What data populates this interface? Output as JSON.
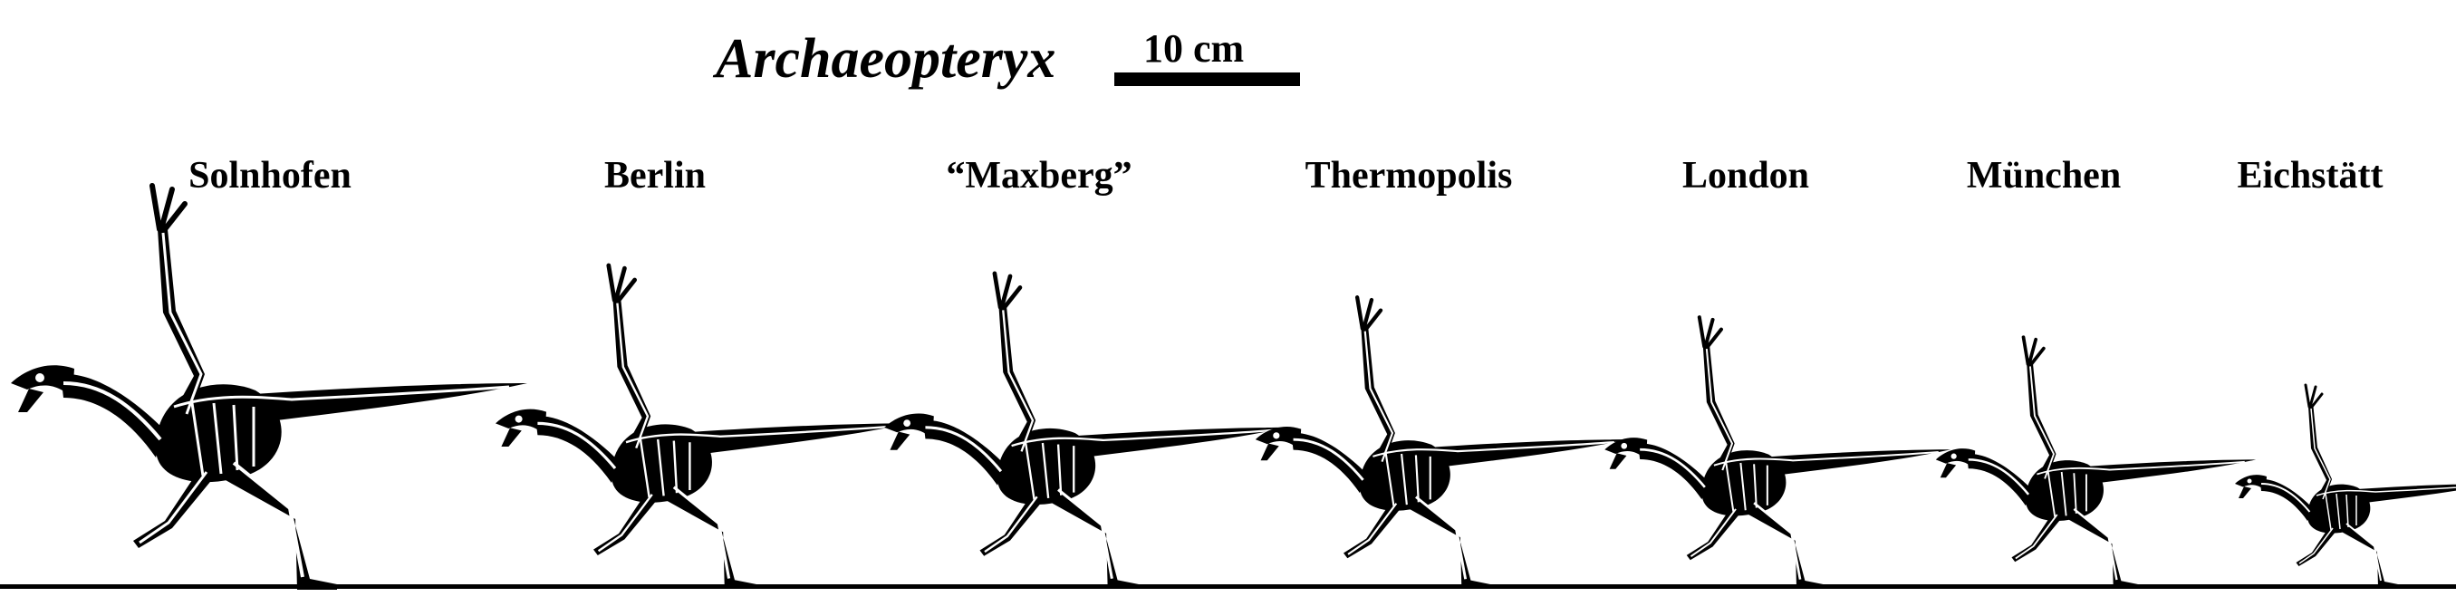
{
  "title": "Archaeopteryx",
  "scale_bar": {
    "label": "10 cm",
    "length_cm": 10
  },
  "specimens": [
    {
      "name": "Solnhofen"
    },
    {
      "name": "Berlin"
    },
    {
      "name": "“Maxberg”"
    },
    {
      "name": "Thermopolis"
    },
    {
      "name": "London"
    },
    {
      "name": "München"
    },
    {
      "name": "Eichstätt"
    }
  ],
  "colors": {
    "silhouette": "#000000",
    "bone": "#ffffff",
    "background": "#ffffff"
  }
}
